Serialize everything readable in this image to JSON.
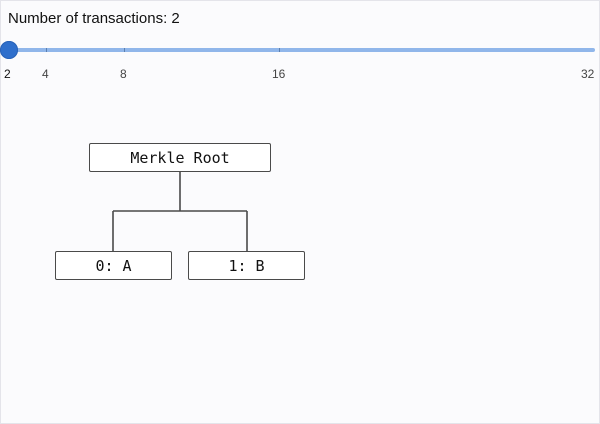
{
  "slider": {
    "label": "Number of transactions: 2",
    "value": 2,
    "min": 2,
    "max": 32,
    "track_color": "#90b6ea",
    "thumb_color": "#2f6fcc",
    "ticks": [
      "2",
      "4",
      "8",
      "16",
      "32"
    ]
  },
  "tree": {
    "root_label": "Merkle Root",
    "leaves": [
      "0: A",
      "1: B"
    ]
  }
}
